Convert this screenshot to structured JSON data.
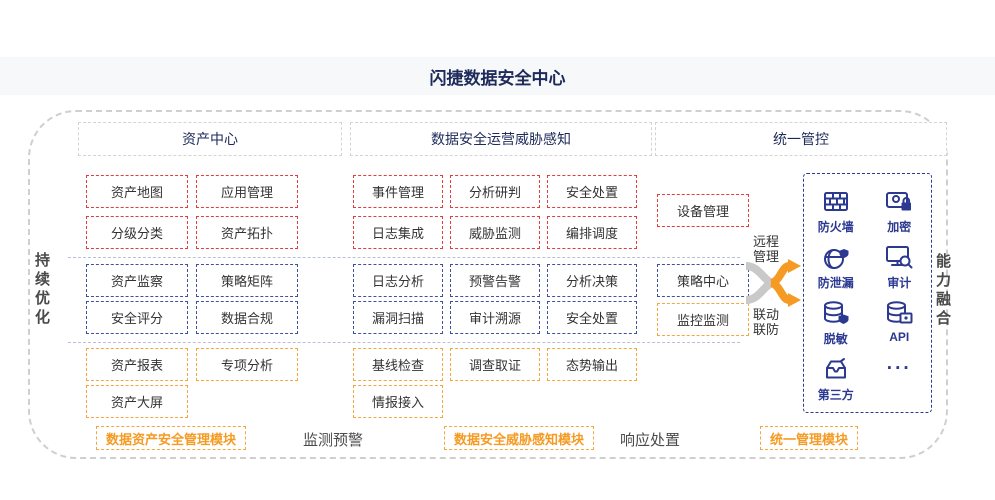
{
  "title": "闪捷数据安全中心",
  "side_labels": {
    "left": "持续优化",
    "right": "能力融合"
  },
  "flow_labels": {
    "monitor": "监测预警",
    "response": "响应处置"
  },
  "colors": {
    "red_border": "#e23c3c",
    "blue_border": "#3f519b",
    "orange_border": "#f6a53f",
    "navy_text": "#1e2a5a",
    "icon_navy": "#2b3990",
    "arrow_orange": "#f59a23",
    "arrow_gray": "#c9c9c9"
  },
  "columns": [
    {
      "header": "资产中心",
      "module_label": "数据资产安全管理模块",
      "red": [
        "资产地图",
        "应用管理",
        "分级分类",
        "资产拓扑"
      ],
      "blue": [
        "资产监察",
        "策略矩阵",
        "安全评分",
        "数据合规"
      ],
      "orange": [
        "资产报表",
        "专项分析",
        "资产大屏"
      ]
    },
    {
      "header": "数据安全运营威胁感知",
      "module_label": "数据安全威胁感知模块",
      "red": [
        "事件管理",
        "分析研判",
        "安全处置",
        "日志集成",
        "威胁监测",
        "编排调度"
      ],
      "blue": [
        "日志分析",
        "预警告警",
        "分析决策",
        "漏洞扫描",
        "审计溯源",
        "安全处置"
      ],
      "orange": [
        "基线检查",
        "调查取证",
        "态势输出",
        "情报接入"
      ]
    },
    {
      "header": "统一管控",
      "module_label": "统一管理模块",
      "red": [
        "设备管理"
      ],
      "blue": [
        "策略中心"
      ],
      "orange": [
        "监控监测"
      ],
      "link_top": "远程管理",
      "link_bottom": "联动联防",
      "devices": [
        {
          "name": "firewall-icon",
          "label": "防火墙"
        },
        {
          "name": "encryption-icon",
          "label": "加密"
        },
        {
          "name": "leak-prevention-icon",
          "label": "防泄漏"
        },
        {
          "name": "audit-icon",
          "label": "审计"
        },
        {
          "name": "data-masking-icon",
          "label": "脱敏"
        },
        {
          "name": "api-icon",
          "label": "API"
        },
        {
          "name": "third-party-icon",
          "label": "第三方"
        },
        {
          "name": "more-icon",
          "label": "",
          "glyph": "···"
        }
      ]
    }
  ]
}
